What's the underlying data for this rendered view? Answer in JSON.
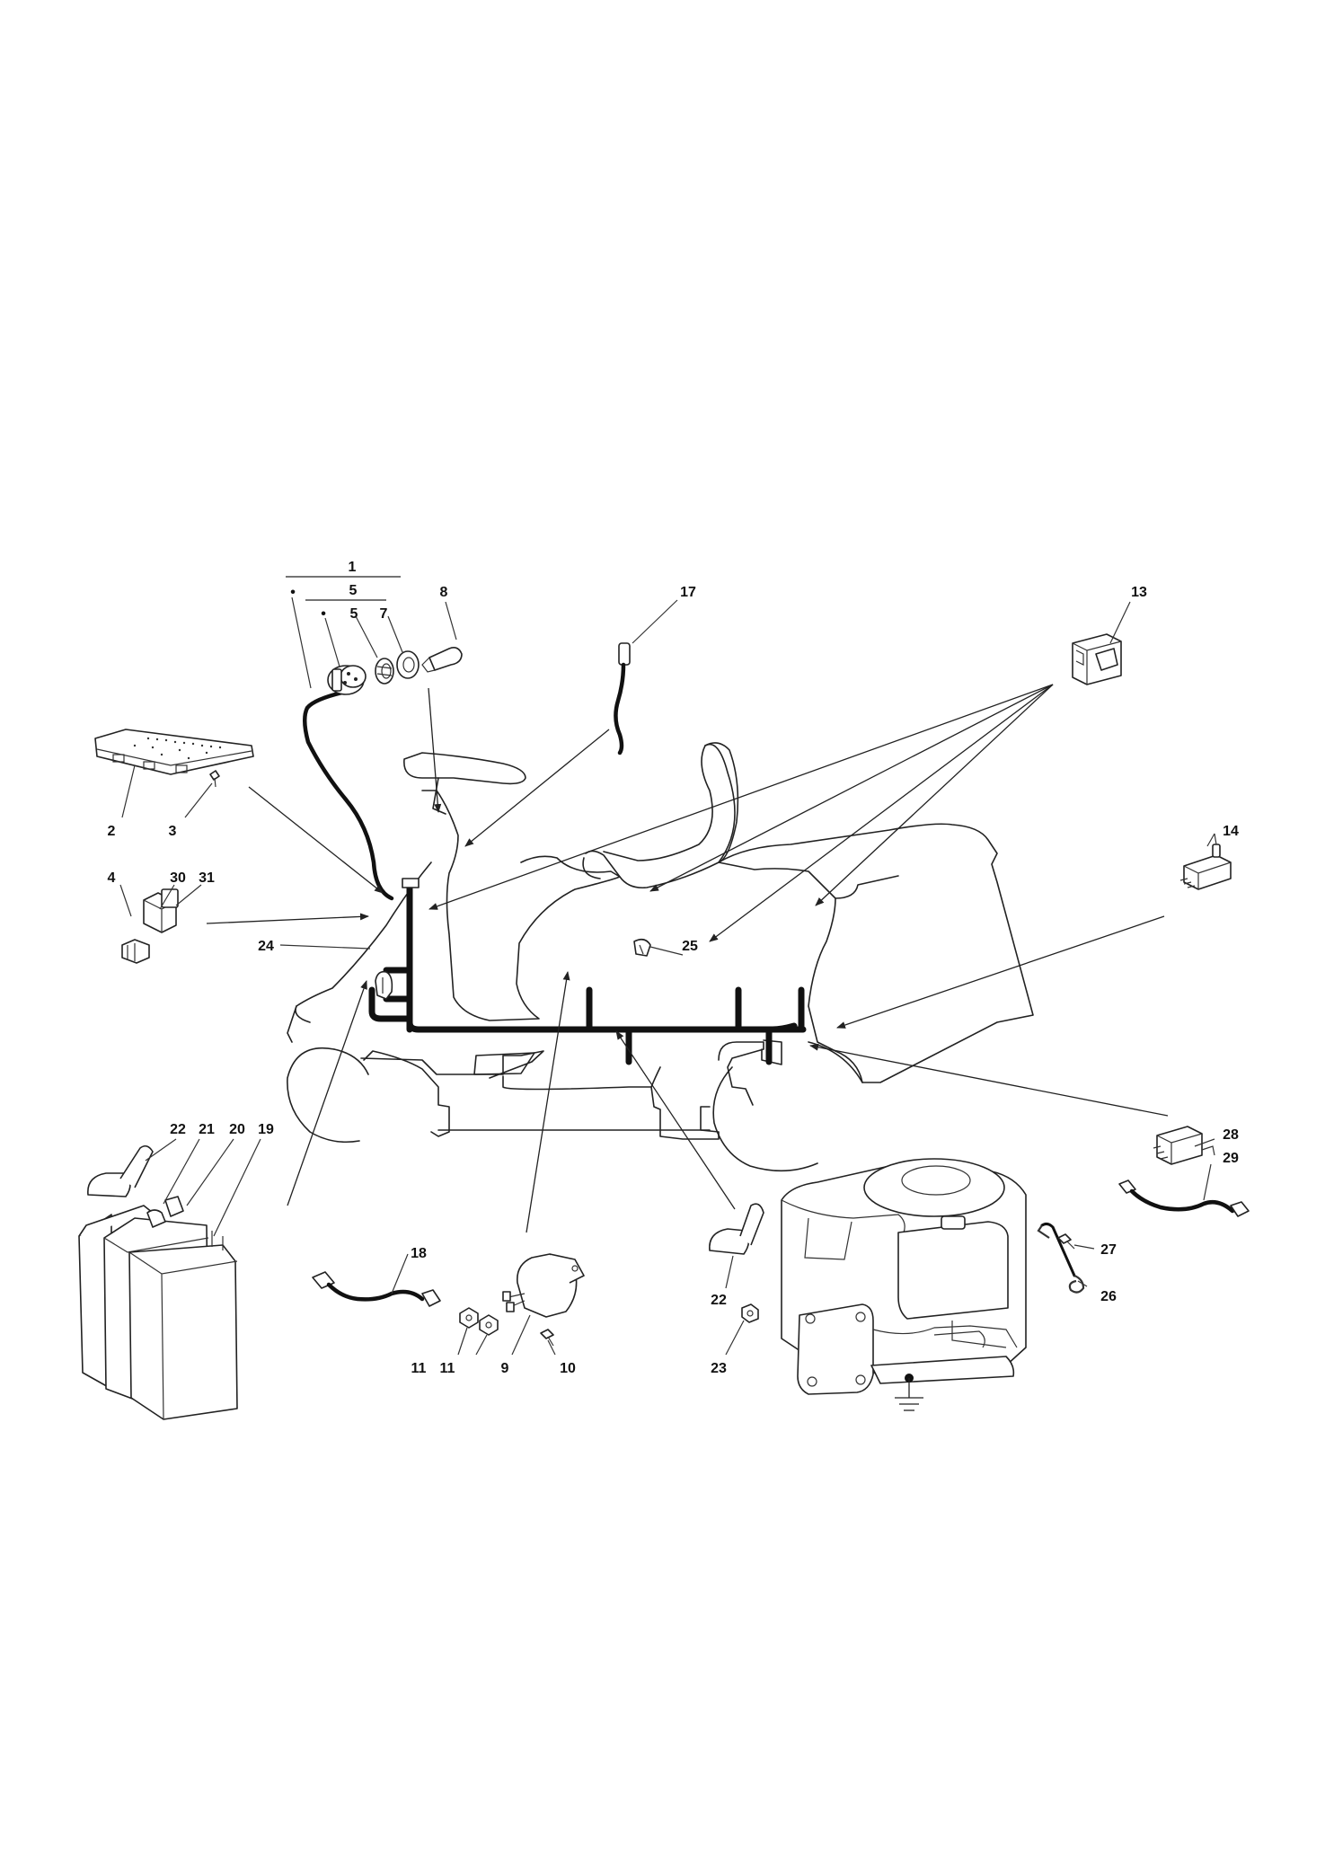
{
  "diagram": {
    "callouts": [
      {
        "id": "c1",
        "label": "1"
      },
      {
        "id": "c5a",
        "label": "5"
      },
      {
        "id": "c5b",
        "label": "5"
      },
      {
        "id": "c7",
        "label": "7"
      },
      {
        "id": "c8",
        "label": "8"
      },
      {
        "id": "c17",
        "label": "17"
      },
      {
        "id": "c13",
        "label": "13"
      },
      {
        "id": "c14",
        "label": "14"
      },
      {
        "id": "c2",
        "label": "2"
      },
      {
        "id": "c3",
        "label": "3"
      },
      {
        "id": "c4",
        "label": "4"
      },
      {
        "id": "c30",
        "label": "30"
      },
      {
        "id": "c31",
        "label": "31"
      },
      {
        "id": "c24",
        "label": "24"
      },
      {
        "id": "c25",
        "label": "25"
      },
      {
        "id": "c22a",
        "label": "22"
      },
      {
        "id": "c21",
        "label": "21"
      },
      {
        "id": "c20",
        "label": "20"
      },
      {
        "id": "c19",
        "label": "19"
      },
      {
        "id": "c18",
        "label": "18"
      },
      {
        "id": "c11a",
        "label": "11"
      },
      {
        "id": "c11b",
        "label": "11"
      },
      {
        "id": "c9",
        "label": "9"
      },
      {
        "id": "c10",
        "label": "10"
      },
      {
        "id": "c22b",
        "label": "22"
      },
      {
        "id": "c23",
        "label": "23"
      },
      {
        "id": "c28",
        "label": "28"
      },
      {
        "id": "c29",
        "label": "29"
      },
      {
        "id": "c27",
        "label": "27"
      },
      {
        "id": "c26",
        "label": "26"
      }
    ],
    "bullets": [
      "•",
      "•"
    ]
  }
}
